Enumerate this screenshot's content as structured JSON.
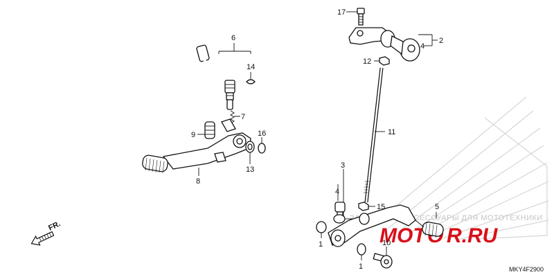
{
  "diagram": {
    "code": "MKY4F2900",
    "front_label": "FR.",
    "callouts": {
      "c1a": "1",
      "c1b": "1",
      "c2": "2",
      "c3": "3",
      "c4a": "4",
      "c4b": "4",
      "c5": "5",
      "c6": "6",
      "c7": "7",
      "c8": "8",
      "c9": "9",
      "c10": "10",
      "c11": "11",
      "c12": "12",
      "c13": "13",
      "c14": "14",
      "c15": "15",
      "c16": "16",
      "c17": "17"
    },
    "watermark": {
      "text": "ЗАПЧАСТИ И АКСЕССУАРЫ ДЛЯ МОТОТЕХНИКИ",
      "logo_left": "MOT",
      "logo_mid": "O",
      "logo_right": "R.RU"
    },
    "colors": {
      "line": "#111111",
      "watermark_red": "#d8101a",
      "watermark_gray": "#c4c4c4"
    }
  }
}
